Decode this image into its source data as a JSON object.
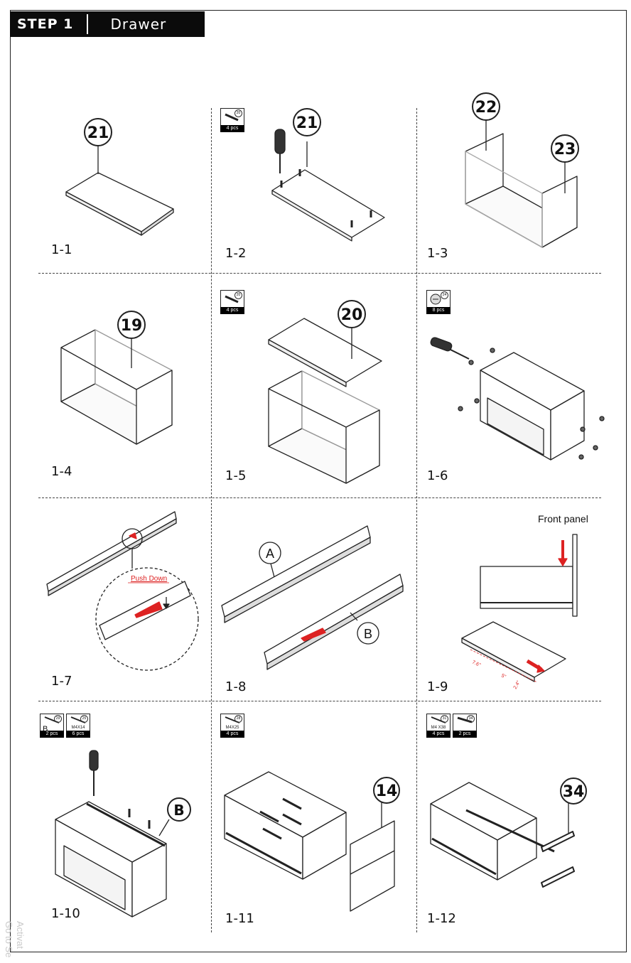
{
  "header": {
    "step": "STEP 1",
    "title": "Drawer"
  },
  "steps": [
    {
      "label": "1-1"
    },
    {
      "label": "1-2"
    },
    {
      "label": "1-3"
    },
    {
      "label": "1-4"
    },
    {
      "label": "1-5"
    },
    {
      "label": "1-6"
    },
    {
      "label": "1-7"
    },
    {
      "label": "1-8"
    },
    {
      "label": "1-9"
    },
    {
      "label": "1-10"
    },
    {
      "label": "1-11"
    },
    {
      "label": "1-12"
    }
  ],
  "part_callouts": {
    "p21a": "21",
    "p21b": "21",
    "p22": "22",
    "p23": "23",
    "p19": "19",
    "p20": "20",
    "p14": "14",
    "p34": "34",
    "slideA": "A",
    "slideB": "B",
    "slideB2": "B"
  },
  "annotations": {
    "push_down": "Push Down",
    "front_panel": "Front panel",
    "dim1": "7.6\"",
    "dim2": "5\"",
    "dim3": "2.4\""
  },
  "hardware": {
    "s12": {
      "qty": "4 pcs",
      "num": "20"
    },
    "s15": {
      "qty": "4 pcs",
      "num": "20"
    },
    "s16": {
      "qty": "8 pcs",
      "num": "24"
    },
    "s110a": {
      "letter": "B",
      "num": "29",
      "qty": "2 pcs"
    },
    "s110b": {
      "size": "M4X14",
      "num": "25",
      "qty": "6 pcs"
    },
    "s111": {
      "size": "M4X25",
      "num": "28",
      "qty": "4 pcs"
    },
    "s112a": {
      "size": "M4 X38",
      "num": "31",
      "qty": "4 pcs"
    },
    "s112b": {
      "num": "34",
      "qty": "2 pcs"
    }
  },
  "watermark": {
    "line1": "Activat",
    "line2": "Go to Se"
  }
}
